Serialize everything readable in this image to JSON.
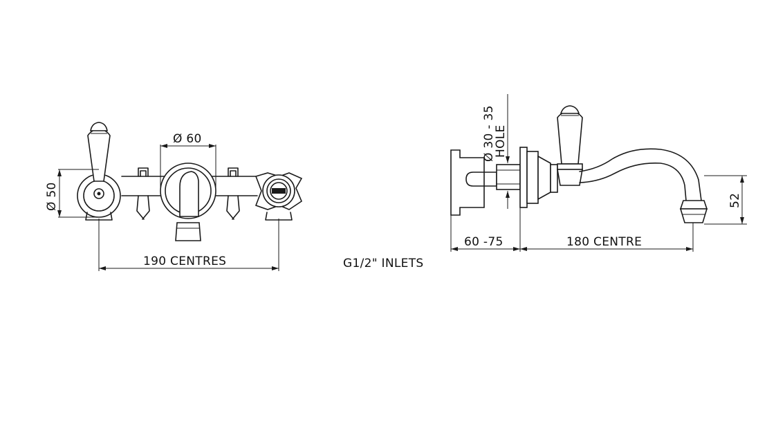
{
  "dimensions": {
    "left_diameter": "Ø 50",
    "spout_diameter": "Ø 60",
    "centres_front": "190  CENTRES",
    "inlets": "G1/2\" INLETS",
    "hole_line1": "Ø 30 - 35",
    "hole_line2": "HOLE",
    "wall_depth": "60 -75",
    "spout_reach": "180  CENTRE",
    "spout_height": "52"
  }
}
